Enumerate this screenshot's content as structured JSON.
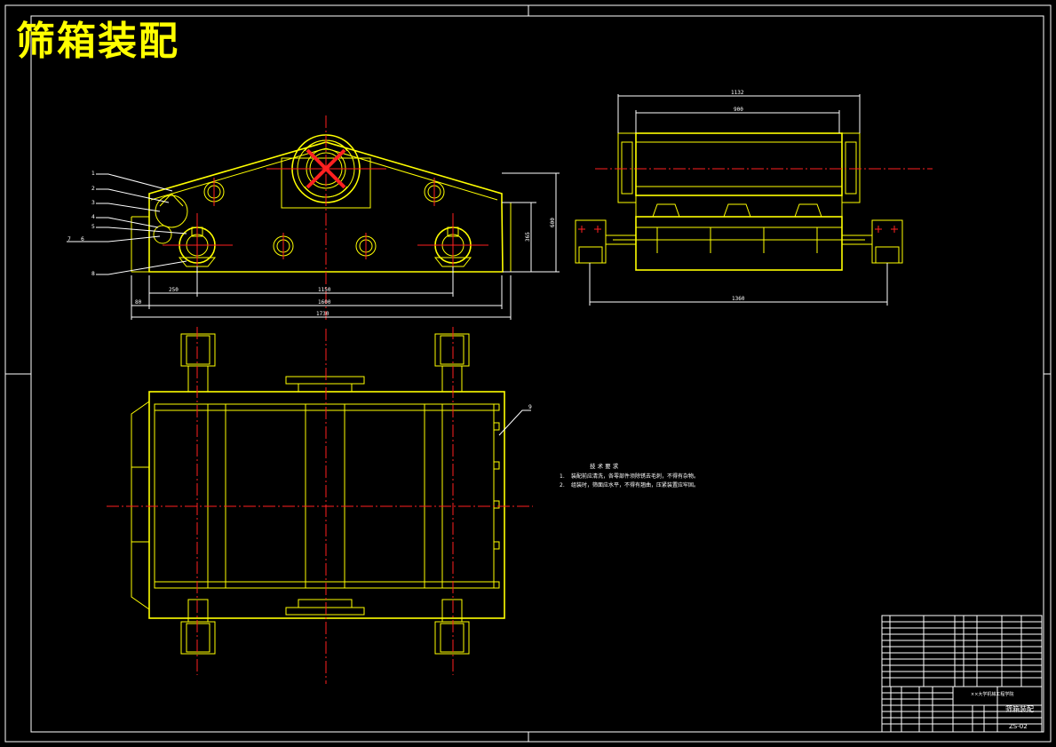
{
  "title": "筛箱装配",
  "front_view": {
    "dimensions": {
      "overall_length": "1730",
      "mount_span": "1600",
      "bearing_span": "1150",
      "offset_left": "80",
      "offset_bearing": "250",
      "height_total": "600",
      "height_mount": "365"
    },
    "part_labels": [
      "1",
      "2",
      "3",
      "4",
      "5",
      "6",
      "7",
      "8"
    ]
  },
  "side_view": {
    "dimensions": {
      "outer_width": "1132",
      "inner_width": "900",
      "base_width": "1360"
    }
  },
  "plan_view": {
    "part_label": "9"
  },
  "technical_requirements": {
    "heading": "技 术 要 求",
    "items": [
      {
        "num": "1.",
        "text": "装配前应清洗，各零部件须除锈去毛刺，不得有杂物。"
      },
      {
        "num": "2.",
        "text": "组装时，筛面应水平，不得有翘曲，压紧装置应牢固。"
      }
    ]
  },
  "title_block": {
    "drawing_name": "筛箱装配",
    "drawing_number": "ZS-02",
    "institution": "××大学机械工程学院"
  },
  "colors": {
    "background": "#000000",
    "outline": "#ffff00",
    "centerline": "#ff2020",
    "dimension": "#ffffff"
  }
}
